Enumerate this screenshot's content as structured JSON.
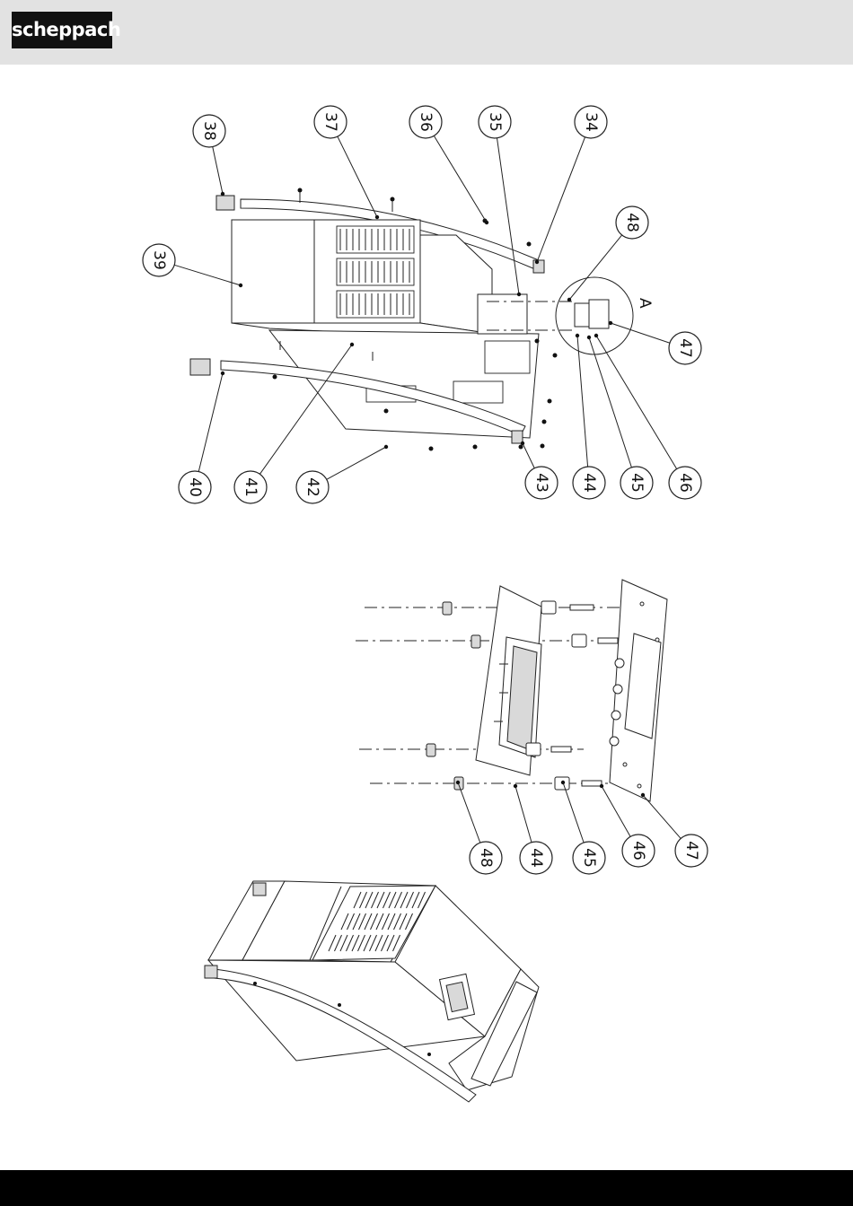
{
  "brand": {
    "logo_text": "scheppach"
  },
  "diagram_top": {
    "detail_label": "A",
    "callouts": [
      {
        "id": "c34",
        "label": "34"
      },
      {
        "id": "c35",
        "label": "35"
      },
      {
        "id": "c36",
        "label": "36"
      },
      {
        "id": "c37",
        "label": "37"
      },
      {
        "id": "c38",
        "label": "38"
      },
      {
        "id": "c39",
        "label": "39"
      },
      {
        "id": "c40",
        "label": "40"
      },
      {
        "id": "c41",
        "label": "41"
      },
      {
        "id": "c42",
        "label": "42"
      },
      {
        "id": "c43",
        "label": "43"
      },
      {
        "id": "c44",
        "label": "44"
      },
      {
        "id": "c45",
        "label": "45"
      },
      {
        "id": "c46",
        "label": "46"
      },
      {
        "id": "c47",
        "label": "47"
      },
      {
        "id": "c48",
        "label": "48"
      }
    ]
  },
  "diagram_detail": {
    "callouts": [
      {
        "id": "d48",
        "label": "48"
      },
      {
        "id": "d44",
        "label": "44"
      },
      {
        "id": "d45",
        "label": "45"
      },
      {
        "id": "d46",
        "label": "46"
      },
      {
        "id": "d47",
        "label": "47"
      }
    ]
  }
}
